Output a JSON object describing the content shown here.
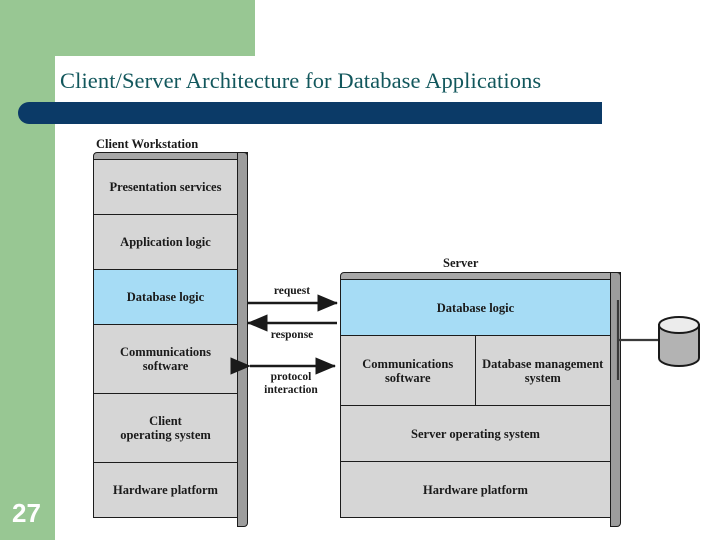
{
  "slide": {
    "title": "Client/Server Architecture for Database Applications",
    "page_number": "27",
    "accent_green": "#98c793",
    "accent_navy": "#0b3a67",
    "title_color": "#12575c",
    "highlight_blue": "#a6dcf5",
    "layer_gray": "#d6d6d6"
  },
  "diagram": {
    "client": {
      "caption": "Client Workstation",
      "layers": [
        {
          "label": "Presentation services",
          "highlight": false
        },
        {
          "label": "Application logic",
          "highlight": false
        },
        {
          "label": "Database logic",
          "highlight": true
        },
        {
          "label": "Communications\nsoftware",
          "highlight": false
        },
        {
          "label": "Client\noperating system",
          "highlight": false
        },
        {
          "label": "Hardware platform",
          "highlight": false
        }
      ]
    },
    "server": {
      "caption": "Server",
      "layers": [
        {
          "label": "Database logic",
          "highlight": true
        },
        {
          "split": true,
          "left": "Communications\nsoftware",
          "right": "Database management\nsystem",
          "highlight": false
        },
        {
          "label": "Server operating system",
          "highlight": false
        },
        {
          "label": "Hardware platform",
          "highlight": false
        }
      ]
    },
    "connectors": [
      {
        "name": "request",
        "label": "request",
        "direction": "right"
      },
      {
        "name": "response",
        "label": "response",
        "direction": "left"
      },
      {
        "name": "protocol-interaction",
        "label": "protocol\ninteraction",
        "direction": "both"
      }
    ],
    "storage": {
      "name": "database-cylinder",
      "label": ""
    }
  }
}
